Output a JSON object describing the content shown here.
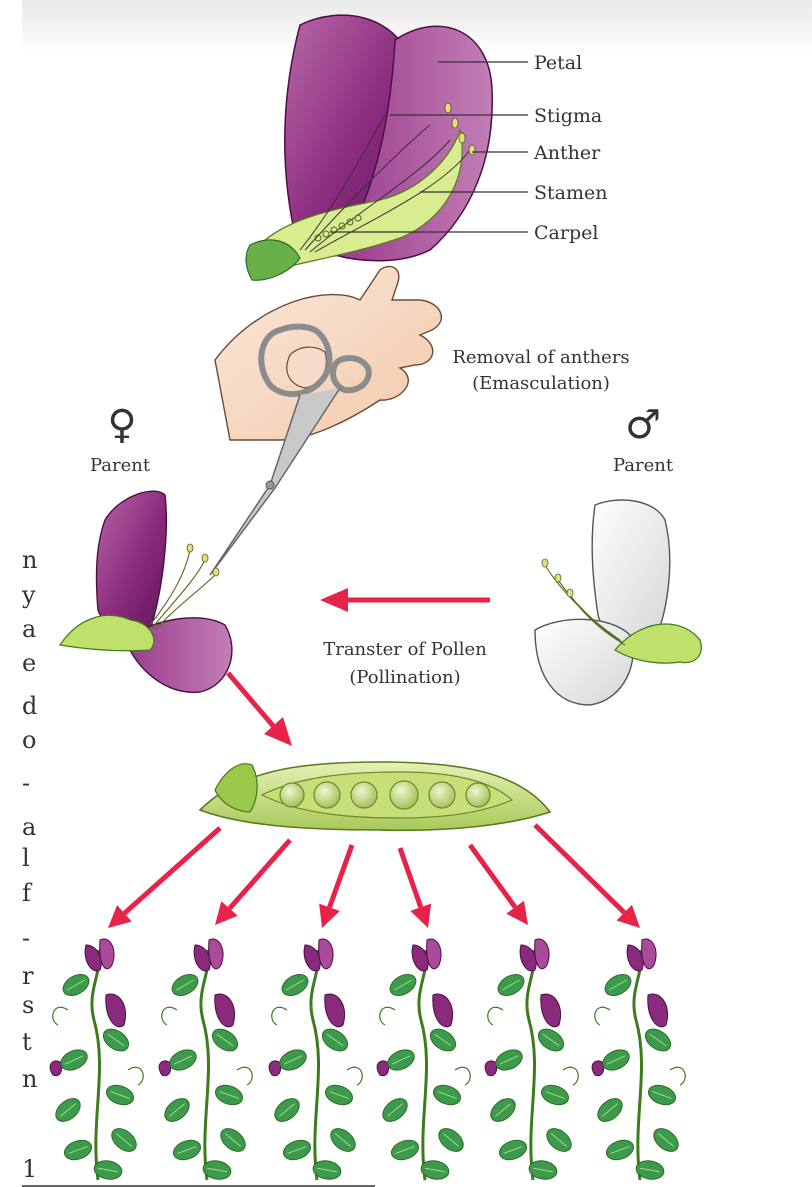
{
  "labels": {
    "petal": "Petal",
    "stigma": "Stigma",
    "anther": "Anther",
    "stamen": "Stamen",
    "carpel": "Carpel",
    "removal_line1": "Removal of anthers",
    "removal_line2": "(Emasculation)",
    "female_symbol": "♀",
    "female_parent": "Parent",
    "male_symbol": "♂",
    "male_parent": "Parent",
    "transfer_line1": "Transter of Pollen",
    "transfer_line2": "(Pollination)"
  },
  "margin_fragments": [
    "n",
    "y",
    "a",
    "e",
    "d",
    "o",
    "-",
    "a",
    "l",
    "f",
    "-",
    "r",
    "s",
    "t",
    "n",
    "1"
  ],
  "colors": {
    "arrow": "#e8234a",
    "petal_purple": "#8a2a7d",
    "petal_light": "#b768a8",
    "pod_green": "#cfe38a",
    "leaf_green": "#3c9a4c",
    "text": "#333333"
  },
  "offspring_count": 6
}
